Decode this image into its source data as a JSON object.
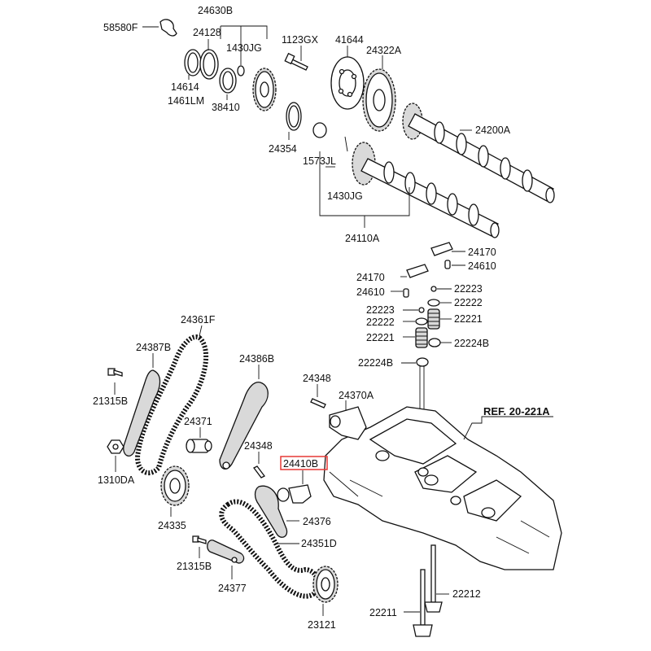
{
  "diagram": {
    "reference": "REF. 20-221A",
    "highlight_color": "#e53935",
    "highlighted_part": "24410B",
    "labels": [
      {
        "id": "58580F",
        "text": "58580F"
      },
      {
        "id": "24630B",
        "text": "24630B"
      },
      {
        "id": "24128",
        "text": "24128"
      },
      {
        "id": "1430JG_a",
        "text": "1430JG"
      },
      {
        "id": "1123GX",
        "text": "1123GX"
      },
      {
        "id": "41644",
        "text": "41644"
      },
      {
        "id": "24322A",
        "text": "24322A"
      },
      {
        "id": "14614",
        "text": "14614"
      },
      {
        "id": "1461LM",
        "text": "1461LM"
      },
      {
        "id": "38410",
        "text": "38410"
      },
      {
        "id": "24200A",
        "text": "24200A"
      },
      {
        "id": "24354",
        "text": "24354"
      },
      {
        "id": "1573JL",
        "text": "1573JL"
      },
      {
        "id": "1430JG_b",
        "text": "1430JG"
      },
      {
        "id": "24110A",
        "text": "24110A"
      },
      {
        "id": "24170_a",
        "text": "24170"
      },
      {
        "id": "24610_a",
        "text": "24610"
      },
      {
        "id": "24170_b",
        "text": "24170"
      },
      {
        "id": "24610_b",
        "text": "24610"
      },
      {
        "id": "22223_a",
        "text": "22223"
      },
      {
        "id": "22222_a",
        "text": "22222"
      },
      {
        "id": "22223_b",
        "text": "22223"
      },
      {
        "id": "22221_a",
        "text": "22221"
      },
      {
        "id": "22222_b",
        "text": "22222"
      },
      {
        "id": "22221_b",
        "text": "22221"
      },
      {
        "id": "22224B_a",
        "text": "22224B"
      },
      {
        "id": "22224B_b",
        "text": "22224B"
      },
      {
        "id": "24361F",
        "text": "24361F"
      },
      {
        "id": "24387B",
        "text": "24387B"
      },
      {
        "id": "24386B",
        "text": "24386B"
      },
      {
        "id": "24348_a",
        "text": "24348"
      },
      {
        "id": "24370A",
        "text": "24370A"
      },
      {
        "id": "21315B_a",
        "text": "21315B"
      },
      {
        "id": "24371",
        "text": "24371"
      },
      {
        "id": "24348_b",
        "text": "24348"
      },
      {
        "id": "24410B",
        "text": "24410B"
      },
      {
        "id": "1310DA",
        "text": "1310DA"
      },
      {
        "id": "24335",
        "text": "24335"
      },
      {
        "id": "24376",
        "text": "24376"
      },
      {
        "id": "24351D",
        "text": "24351D"
      },
      {
        "id": "21315B_b",
        "text": "21315B"
      },
      {
        "id": "24377",
        "text": "24377"
      },
      {
        "id": "22212",
        "text": "22212"
      },
      {
        "id": "22211",
        "text": "22211"
      },
      {
        "id": "23121",
        "text": "23121"
      }
    ]
  }
}
